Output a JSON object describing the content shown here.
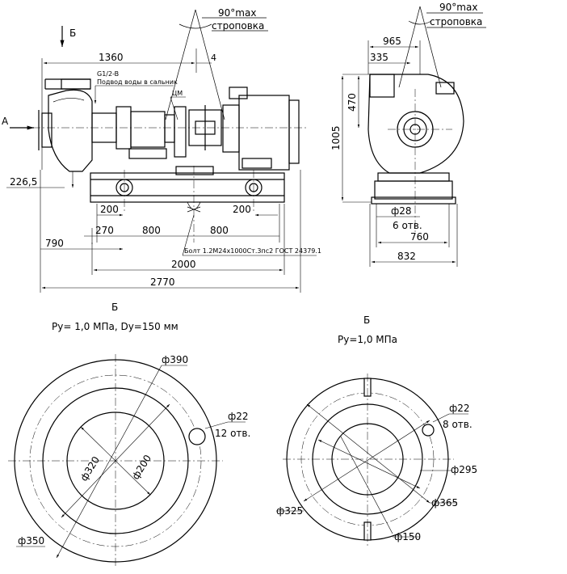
{
  "side_view": {
    "section_label_b": "Б",
    "view_label_a": "А",
    "sling_angle": "90°max",
    "sling_label": "строповка",
    "dim_1360": "1360",
    "dim_4": "4",
    "note_g1": "G1/2-B",
    "note_gland": "Подвод воды в сальник",
    "note_cm": "ЦМ",
    "dim_226_5": "226,5",
    "dim_200_left": "200",
    "dim_200_right": "200",
    "dim_270": "270",
    "dim_800_a": "800",
    "dim_800_b": "800",
    "dim_790": "790",
    "bolt_note": "Болт 1.2М24х1000Ст.3пс2 ГОСТ 24379.1",
    "dim_2000": "2000",
    "dim_2770": "2770"
  },
  "end_view": {
    "sling_angle": "90°max",
    "sling_label": "строповка",
    "dim_965": "965",
    "dim_335": "335",
    "dim_470": "470",
    "dim_1005": "1005",
    "hole_dia": "ф28",
    "hole_count": "6 отв.",
    "dim_760": "760",
    "dim_832": "832"
  },
  "flange_left": {
    "title": "Б",
    "spec": "Ру= 1,0 МПа, Dу=150 мм",
    "d390": "ф390",
    "d22": "ф22",
    "holes": "12 отв.",
    "d320": "ф320",
    "d200": "ф200",
    "d350": "ф350"
  },
  "flange_right": {
    "title": "Б",
    "spec": "Ру=1,0 МПа",
    "d22": "ф22",
    "holes": "8 отв.",
    "d295": "ф295",
    "d325": "ф325",
    "d365": "ф365",
    "d150": "ф150"
  }
}
